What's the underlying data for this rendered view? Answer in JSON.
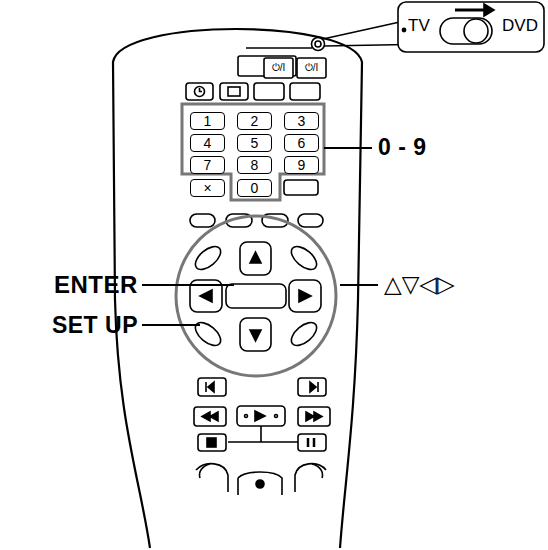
{
  "diagram": {
    "nodes": [
      {
        "text": [
          "TV",
          "DVD"
        ]
      },
      {
        "text": [
          "1"
        ]
      },
      {
        "text": [
          "2"
        ]
      },
      {
        "text": [
          "3"
        ]
      },
      {
        "text": [
          "4"
        ]
      },
      {
        "text": [
          "5"
        ]
      },
      {
        "text": [
          "6"
        ]
      },
      {
        "text": [
          "7"
        ]
      },
      {
        "text": [
          "8"
        ]
      },
      {
        "text": [
          "9"
        ]
      },
      {
        "text": [
          "×"
        ]
      },
      {
        "text": [
          "0"
        ]
      }
    ],
    "labels": [
      "⏻/I",
      "⏻/I",
      "0 - 9",
      "ENTER",
      "SET UP",
      "△▽◁▷"
    ]
  }
}
